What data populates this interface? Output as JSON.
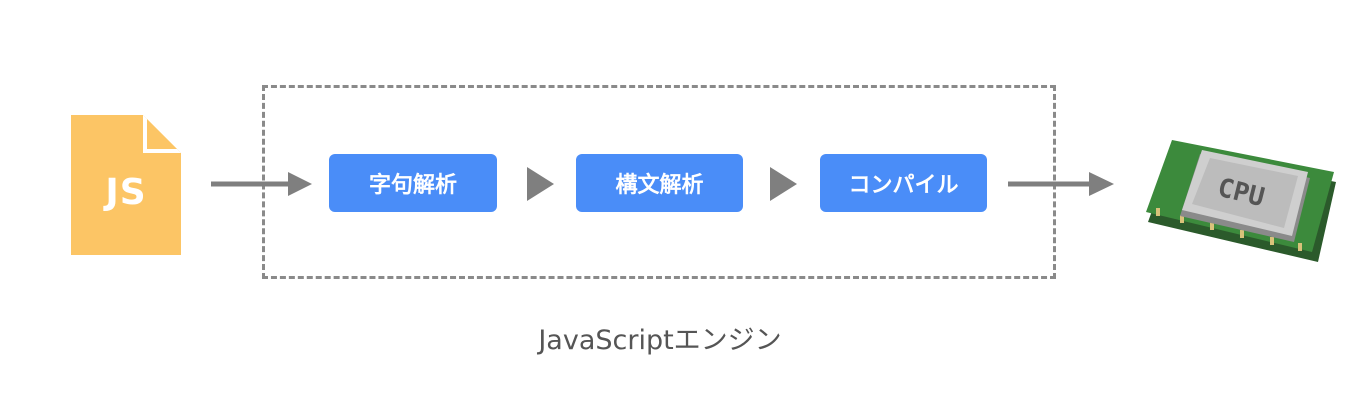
{
  "source": {
    "label": "JS",
    "color": "#fcc565",
    "icon": "file-icon"
  },
  "engine": {
    "label": "JavaScriptエンジン",
    "steps": [
      {
        "label": "字句解析",
        "color": "#4a8df8"
      },
      {
        "label": "構文解析",
        "color": "#4a8df8"
      },
      {
        "label": "コンパイル",
        "color": "#4a8df8"
      }
    ]
  },
  "target": {
    "label": "CPU",
    "icon": "cpu-chip-icon"
  },
  "colors": {
    "arrow": "#7f7f7f",
    "border": "#8a8a8a",
    "label": "#555555"
  }
}
